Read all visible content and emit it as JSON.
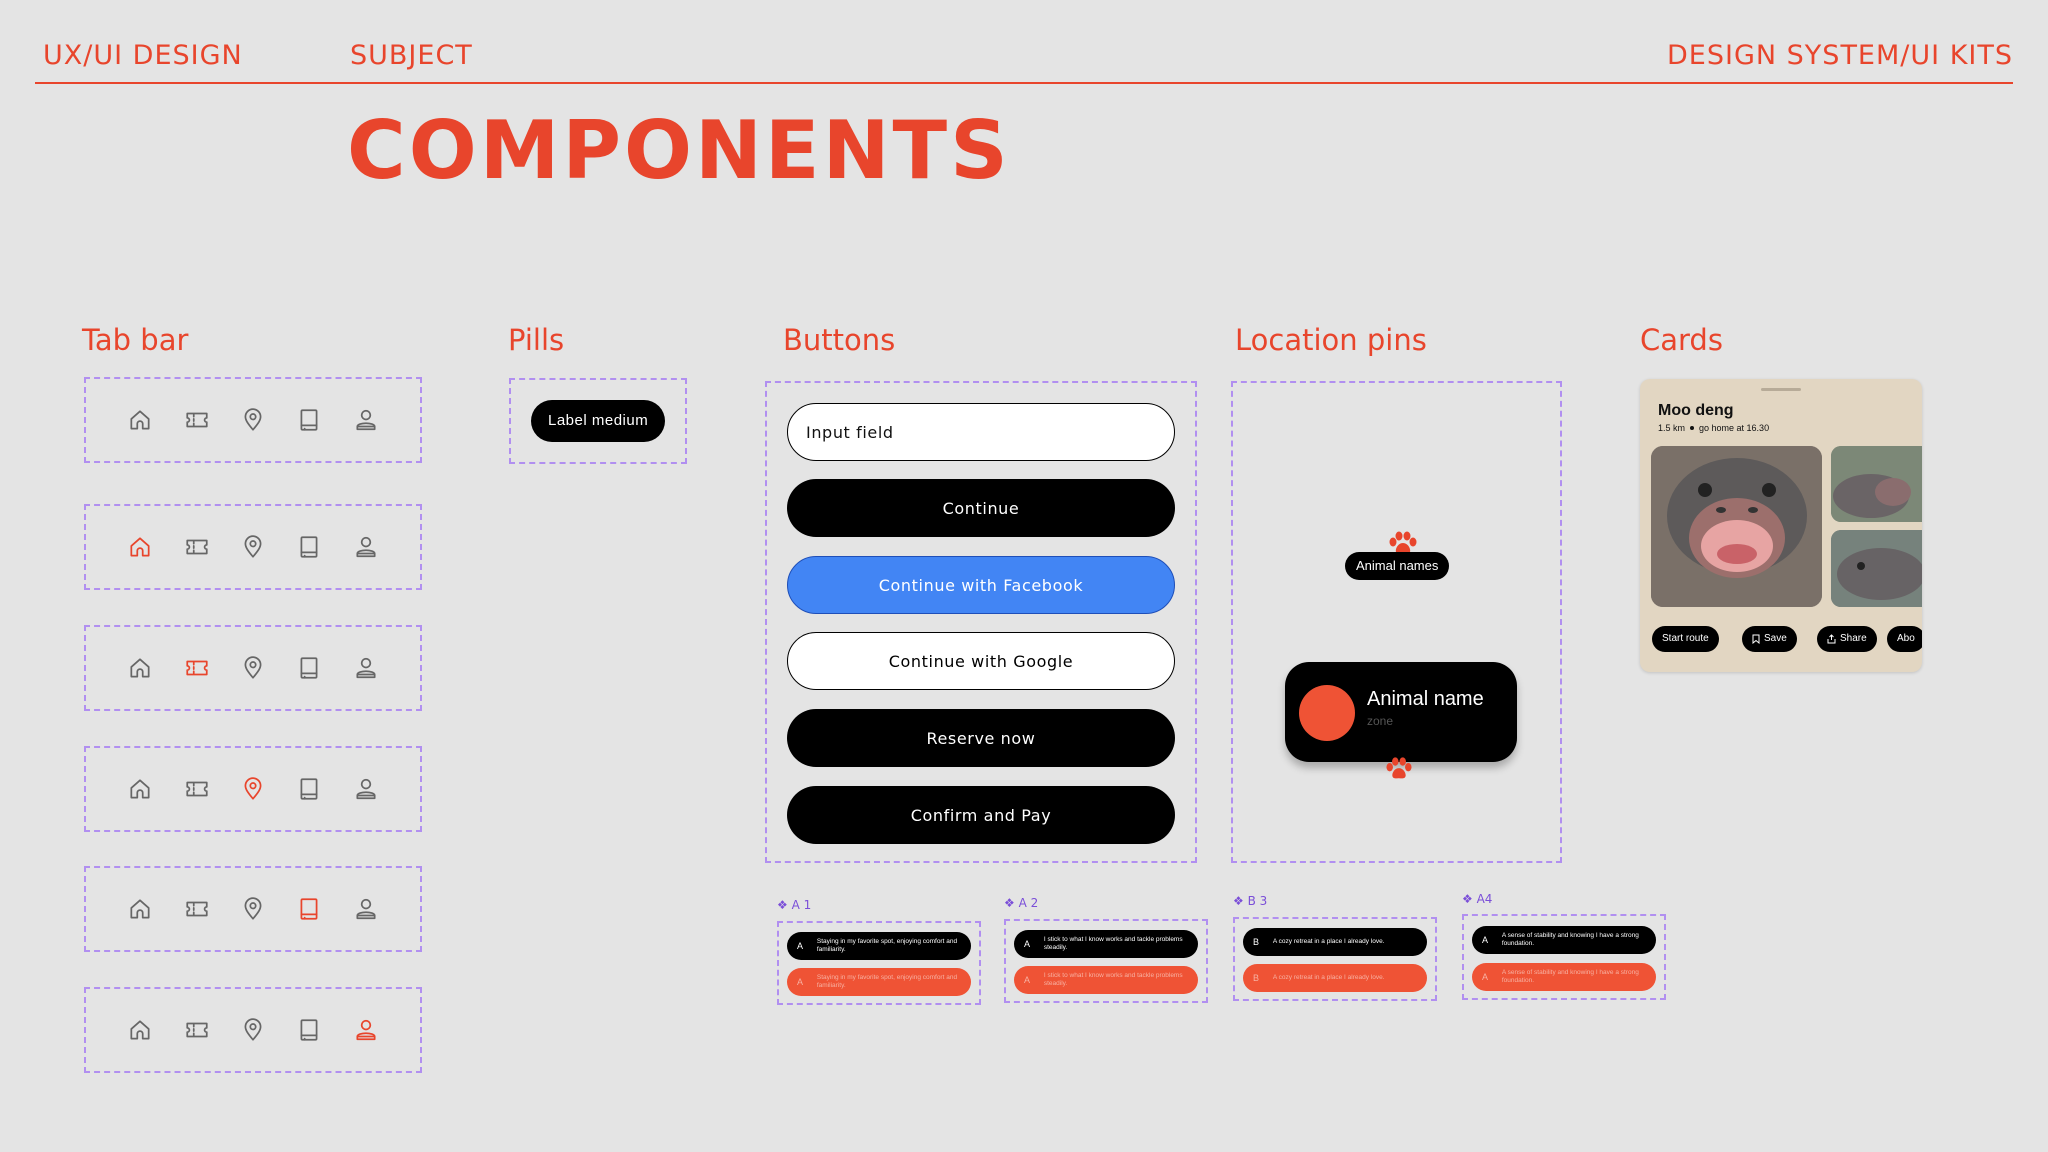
{
  "header": {
    "left": "UX/UI DESIGN",
    "center": "SUBJECT",
    "right": "DESIGN SYSTEM/UI KITS",
    "title": "COMPONENTS"
  },
  "sections": {
    "tabbar": "Tab bar",
    "pills": "Pills",
    "buttons": "Buttons",
    "pins": "Location pins",
    "cards": "Cards"
  },
  "tabbar": {
    "icons": [
      "home-icon",
      "ticket-icon",
      "location-pin-icon",
      "book-icon",
      "profile-icon"
    ],
    "variants_active_index": [
      null,
      0,
      1,
      2,
      3,
      4
    ],
    "active_color": "#e8452c"
  },
  "pills": {
    "label": "Label medium"
  },
  "buttons": {
    "input": "Input field",
    "continue": "Continue",
    "facebook": "Continue with Facebook",
    "google": "Continue with Google",
    "reserve": "Reserve now",
    "confirm": "Confirm and Pay",
    "facebook_color": "#4285f4"
  },
  "pins": {
    "small_label": "Animal names",
    "big_name": "Animal name",
    "big_sub": "zone"
  },
  "card": {
    "title": "Moo deng",
    "distance": "1.5 km",
    "note": "go home at 16.30",
    "chips": [
      "Start route",
      "Save",
      "Share",
      "Abo"
    ]
  },
  "answers": [
    {
      "label": "A 1",
      "letter": "A",
      "text": "Staying in my favorite spot, enjoying comfort and familiarity."
    },
    {
      "label": "A 2",
      "letter": "A",
      "text": "I stick to what I know works and tackle problems steadily."
    },
    {
      "label": "B 3",
      "letter": "B",
      "text": "A cozy retreat in a place I already love."
    },
    {
      "label": "A4",
      "letter": "A",
      "text": "A sense of stability and knowing I have a strong foundation."
    }
  ],
  "colors": {
    "accent": "#e8452c",
    "background": "#e4e4e4",
    "dashed": "#b18ff0"
  }
}
